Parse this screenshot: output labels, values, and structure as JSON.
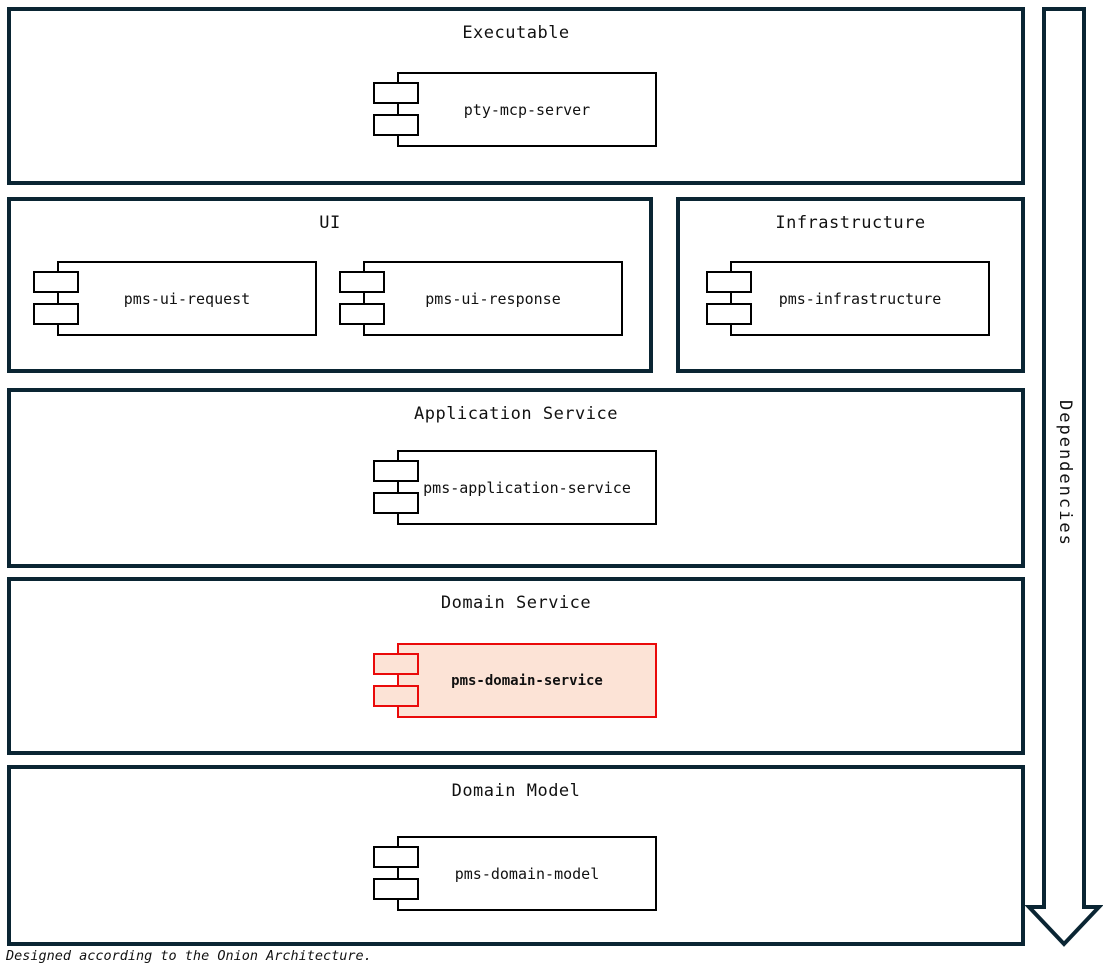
{
  "diagram": {
    "caption": "Designed according to the Onion Architecture.",
    "arrow": {
      "label": "Dependencies",
      "direction": "down"
    },
    "colors": {
      "layer_border": "#0a2533",
      "component_border": "#000000",
      "highlight_border": "#ea0a0a",
      "highlight_fill": "#fce3d6",
      "background": "#ffffff",
      "text": "#111111"
    },
    "layers": [
      {
        "id": "executable",
        "title": "Executable",
        "components": [
          {
            "name": "pty-mcp-server",
            "highlighted": false
          }
        ]
      },
      {
        "id": "ui",
        "title": "UI",
        "components": [
          {
            "name": "pms-ui-request",
            "highlighted": false
          },
          {
            "name": "pms-ui-response",
            "highlighted": false
          }
        ]
      },
      {
        "id": "infrastructure",
        "title": "Infrastructure",
        "components": [
          {
            "name": "pms-infrastructure",
            "highlighted": false
          }
        ]
      },
      {
        "id": "application-service",
        "title": "Application Service",
        "components": [
          {
            "name": "pms-application-service",
            "highlighted": false
          }
        ]
      },
      {
        "id": "domain-service",
        "title": "Domain Service",
        "components": [
          {
            "name": "pms-domain-service",
            "highlighted": true
          }
        ]
      },
      {
        "id": "domain-model",
        "title": "Domain Model",
        "components": [
          {
            "name": "pms-domain-model",
            "highlighted": false
          }
        ]
      }
    ]
  }
}
